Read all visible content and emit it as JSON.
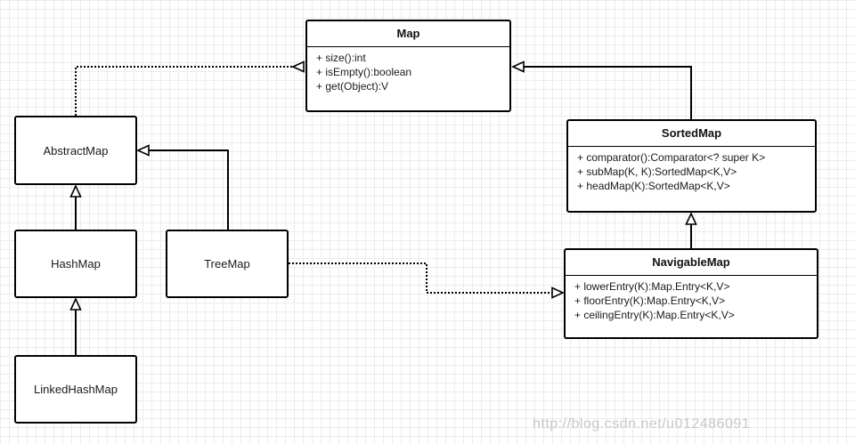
{
  "diagram": {
    "classes": [
      {
        "id": "map",
        "name": "Map",
        "members": [
          "+ size():int",
          "+ isEmpty():boolean",
          "+ get(Object):V"
        ]
      },
      {
        "id": "abstract_map",
        "name": "AbstractMap"
      },
      {
        "id": "hash_map",
        "name": "HashMap"
      },
      {
        "id": "linked_hash_map",
        "name": "LinkedHashMap"
      },
      {
        "id": "tree_map",
        "name": "TreeMap"
      },
      {
        "id": "sorted_map",
        "name": "SortedMap",
        "members": [
          "+ comparator():Comparator<? super K>",
          "+ subMap(K, K):SortedMap<K,V>",
          "+ headMap(K):SortedMap<K,V>"
        ]
      },
      {
        "id": "navigable_map",
        "name": "NavigableMap",
        "members": [
          "+ lowerEntry(K):Map.Entry<K,V>",
          "+ floorEntry(K):Map.Entry<K,V>",
          "+ ceilingEntry(K):Map.Entry<K,V>"
        ]
      }
    ],
    "relations": [
      {
        "from": "AbstractMap",
        "to": "Map",
        "type": "realization"
      },
      {
        "from": "HashMap",
        "to": "AbstractMap",
        "type": "generalization"
      },
      {
        "from": "LinkedHashMap",
        "to": "HashMap",
        "type": "generalization"
      },
      {
        "from": "TreeMap",
        "to": "AbstractMap",
        "type": "generalization"
      },
      {
        "from": "TreeMap",
        "to": "NavigableMap",
        "type": "realization"
      },
      {
        "from": "SortedMap",
        "to": "Map",
        "type": "generalization"
      },
      {
        "from": "NavigableMap",
        "to": "SortedMap",
        "type": "generalization"
      }
    ]
  },
  "watermark": "http://blog.csdn.net/u012486091"
}
